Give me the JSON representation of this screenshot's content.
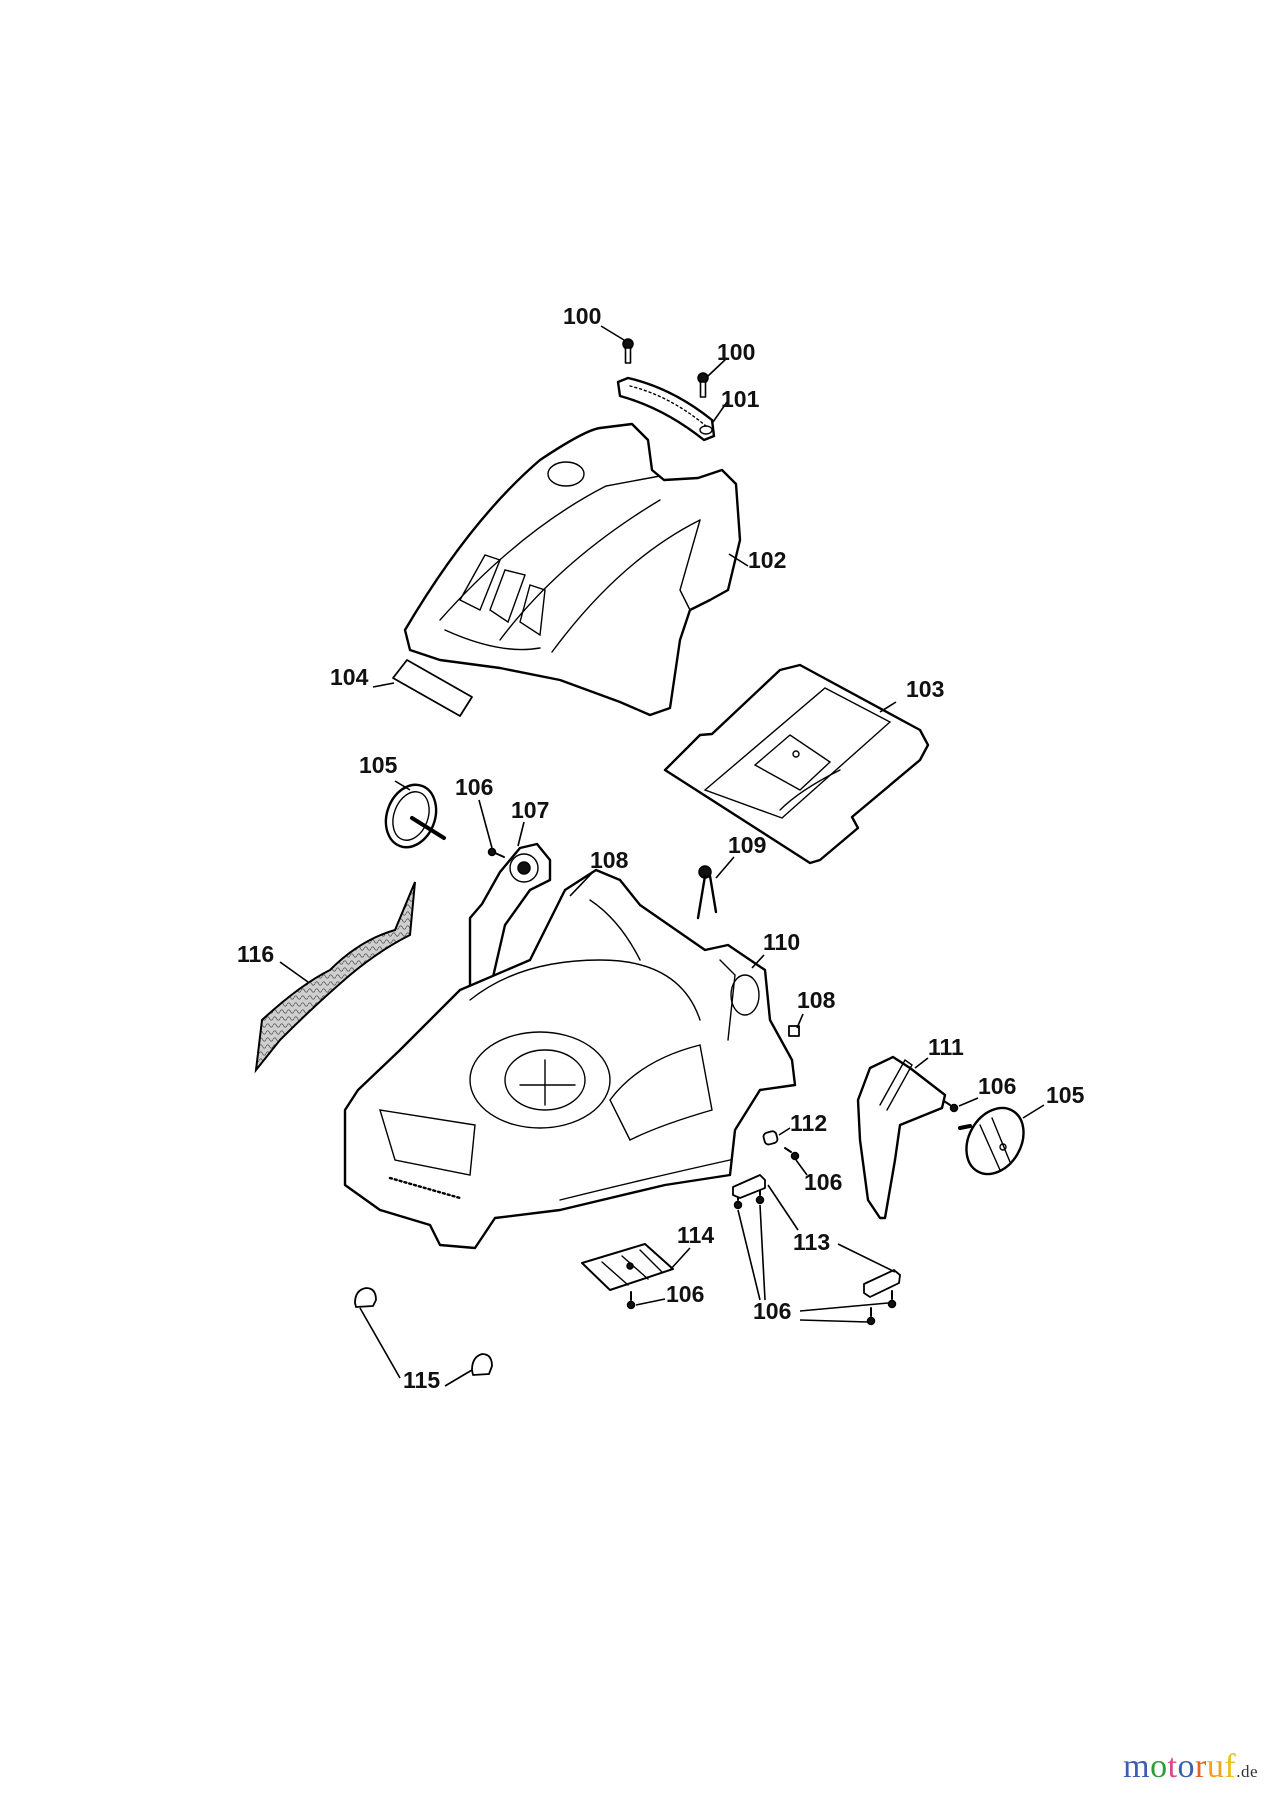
{
  "diagram": {
    "type": "exploded parts diagram",
    "subject": "lawn mower housing / deck assembly",
    "callouts": [
      {
        "id": "c100a",
        "label": "100",
        "part": "screw"
      },
      {
        "id": "c100b",
        "label": "100",
        "part": "screw"
      },
      {
        "id": "c101",
        "label": "101",
        "part": "handle grip"
      },
      {
        "id": "c102",
        "label": "102",
        "part": "top cover"
      },
      {
        "id": "c103",
        "label": "103",
        "part": "grass box lid / flap"
      },
      {
        "id": "c104",
        "label": "104",
        "part": "label plate"
      },
      {
        "id": "c105a",
        "label": "105",
        "part": "wheel cap (left)"
      },
      {
        "id": "c106a",
        "label": "106",
        "part": "screw"
      },
      {
        "id": "c107",
        "label": "107",
        "part": "height adjuster (left)"
      },
      {
        "id": "c108a",
        "label": "108",
        "part": "nut clip"
      },
      {
        "id": "c109",
        "label": "109",
        "part": "spring"
      },
      {
        "id": "c110",
        "label": "110",
        "part": "deck housing"
      },
      {
        "id": "c108b",
        "label": "108",
        "part": "nut clip"
      },
      {
        "id": "c111",
        "label": "111",
        "part": "height adjuster (right)"
      },
      {
        "id": "c106b",
        "label": "106",
        "part": "screw"
      },
      {
        "id": "c105b",
        "label": "105",
        "part": "wheel cap (right)"
      },
      {
        "id": "c112",
        "label": "112",
        "part": "bushing"
      },
      {
        "id": "c106c",
        "label": "106",
        "part": "screw"
      },
      {
        "id": "c113",
        "label": "113",
        "part": "bracket"
      },
      {
        "id": "c114",
        "label": "114",
        "part": "flap"
      },
      {
        "id": "c106d",
        "label": "106",
        "part": "screw"
      },
      {
        "id": "c106e",
        "label": "106",
        "part": "screws"
      },
      {
        "id": "c115",
        "label": "115",
        "part": "clip"
      },
      {
        "id": "c116",
        "label": "116",
        "part": "mesh filter"
      }
    ]
  },
  "watermark": {
    "brand_letters": [
      {
        "ch": "m",
        "color": "#3b5fb0"
      },
      {
        "ch": "o",
        "color": "#2f9a3a"
      },
      {
        "ch": "t",
        "color": "#d94a8c"
      },
      {
        "ch": "o",
        "color": "#3b5fb0"
      },
      {
        "ch": "r",
        "color": "#e0642a"
      },
      {
        "ch": "u",
        "color": "#f0a21a"
      },
      {
        "ch": "f",
        "color": "#e8c020"
      }
    ],
    "suffix": ".de"
  }
}
